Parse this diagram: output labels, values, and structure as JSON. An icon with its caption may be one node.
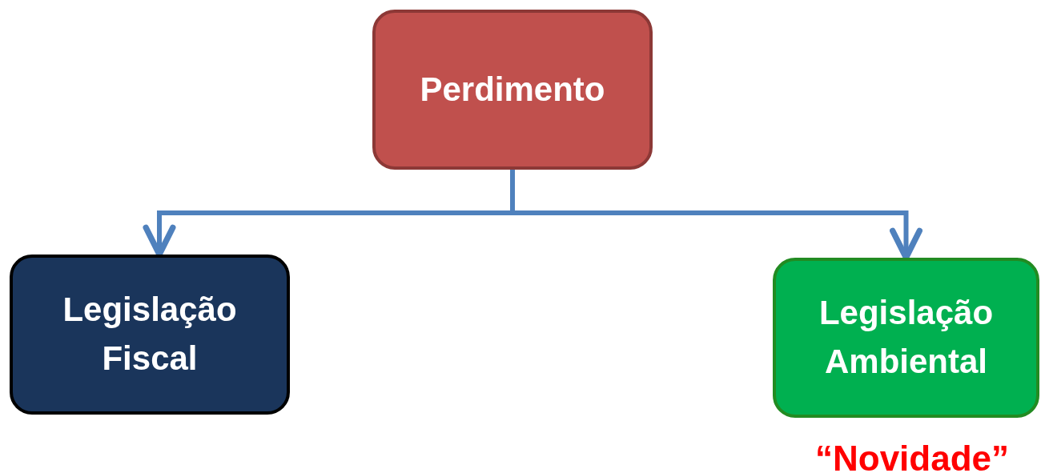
{
  "diagram": {
    "nodes": [
      {
        "text": [
          "Perdimento"
        ]
      },
      {
        "text": [
          "Legislação Fiscal"
        ]
      },
      {
        "text": [
          "Legislação Ambiental"
        ],
        "beside": [
          "“Novidade”"
        ]
      }
    ],
    "edges": [
      {
        "from": 0,
        "to": 1,
        "arrow": "to"
      },
      {
        "from": 0,
        "to": 2,
        "arrow": "to"
      }
    ]
  }
}
